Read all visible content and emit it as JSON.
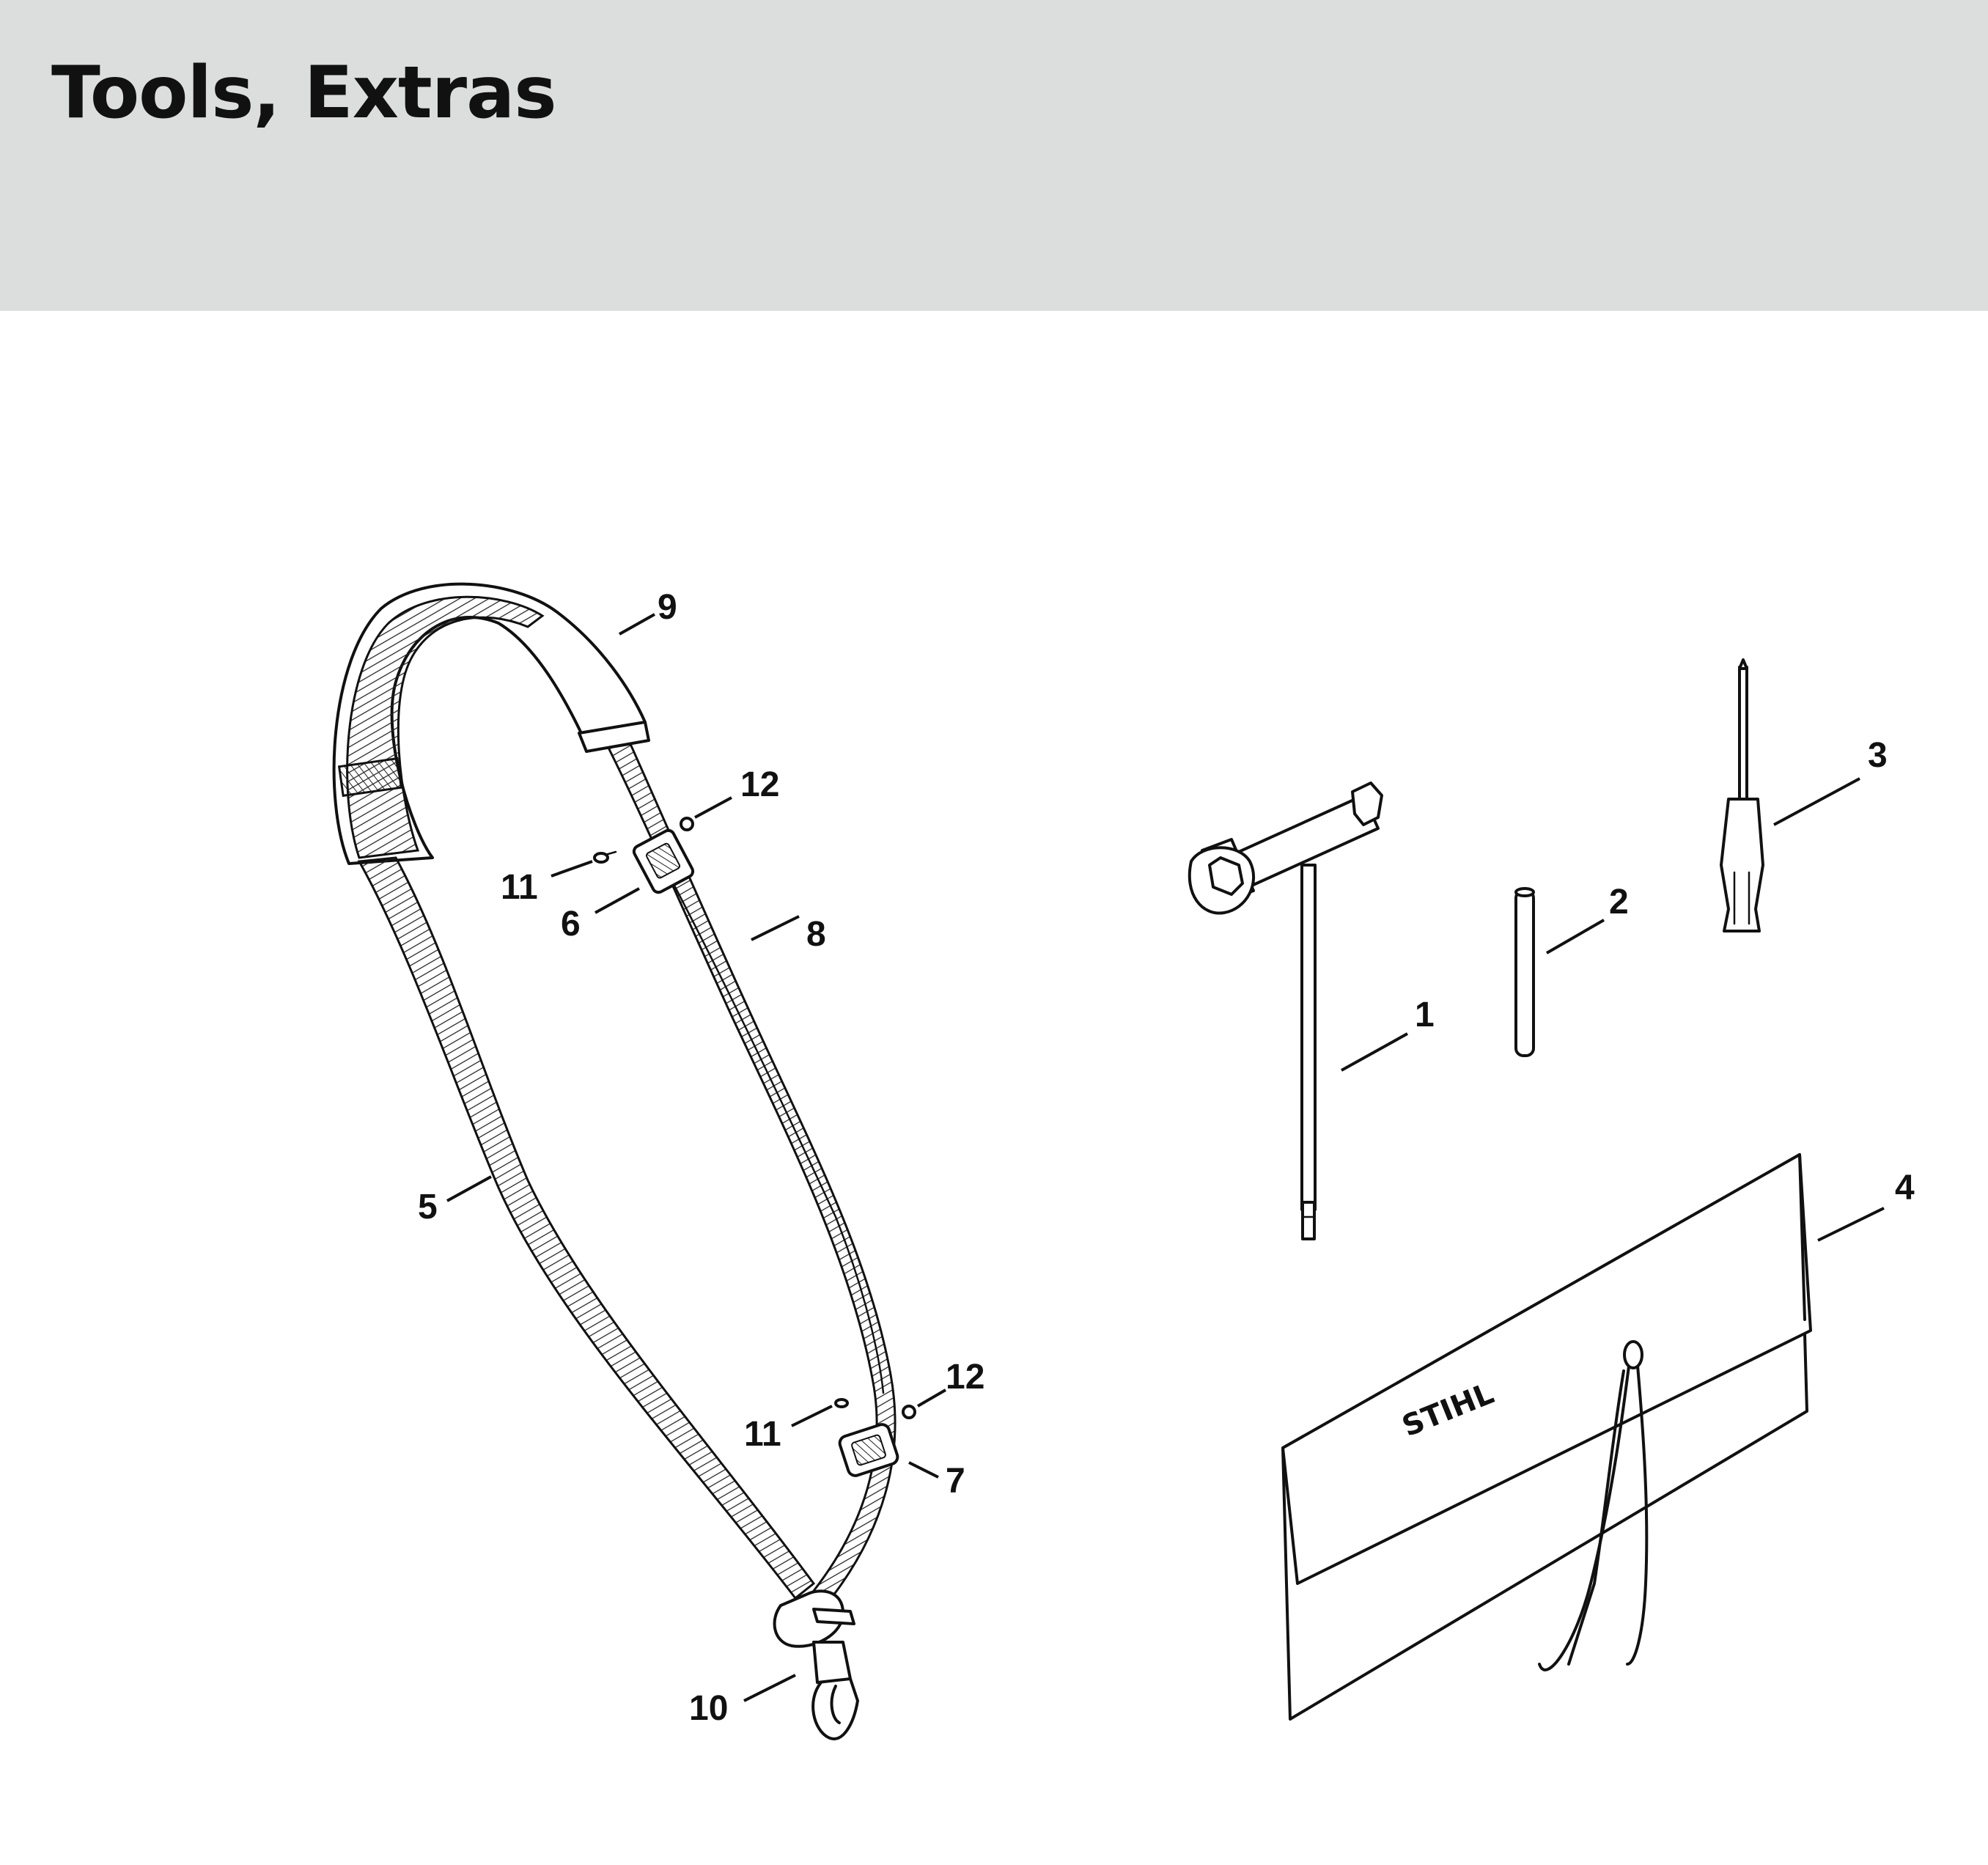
{
  "header": {
    "title": "Tools, Extras"
  },
  "callouts": {
    "c1": "1",
    "c2": "2",
    "c3": "3",
    "c4": "4",
    "c5": "5",
    "c6": "6",
    "c7": "7",
    "c8": "8",
    "c9": "9",
    "c10": "10",
    "c11a": "11",
    "c11b": "11",
    "c12a": "12",
    "c12b": "12"
  },
  "parts": {
    "pouch_logo": "STIHL"
  },
  "colors": {
    "header_bg": "#dcdddd",
    "ink": "#111111",
    "background": "#ffffff"
  }
}
